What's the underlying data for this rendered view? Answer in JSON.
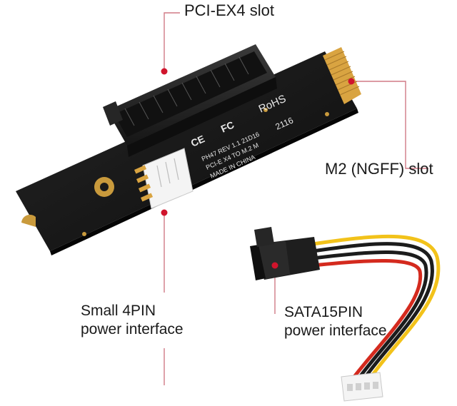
{
  "labels": {
    "pci_slot": "PCI-EX4 slot",
    "m2_slot": "M2 (NGFF) slot",
    "small_4pin": [
      "Small 4PIN",
      "power interface"
    ],
    "sata_15pin": [
      "SATA15PIN",
      "power interface"
    ]
  },
  "board_markings": {
    "rohs": "RoHS",
    "ce": "CE",
    "fc": "FC",
    "date_code": "2116",
    "line1": "PH47  REV 1.1  21D16",
    "line2": "PCI-E X4 TO M.2 M",
    "line3": "MADE IN CHINA"
  },
  "colors": {
    "pcb": "#141414",
    "gold": "#d9a441",
    "leader_dot": "#d0142c",
    "leader_line": "#d07a86",
    "wire_yellow": "#f2c21a",
    "wire_black": "#1c1c1c",
    "wire_red": "#d42a1e"
  }
}
